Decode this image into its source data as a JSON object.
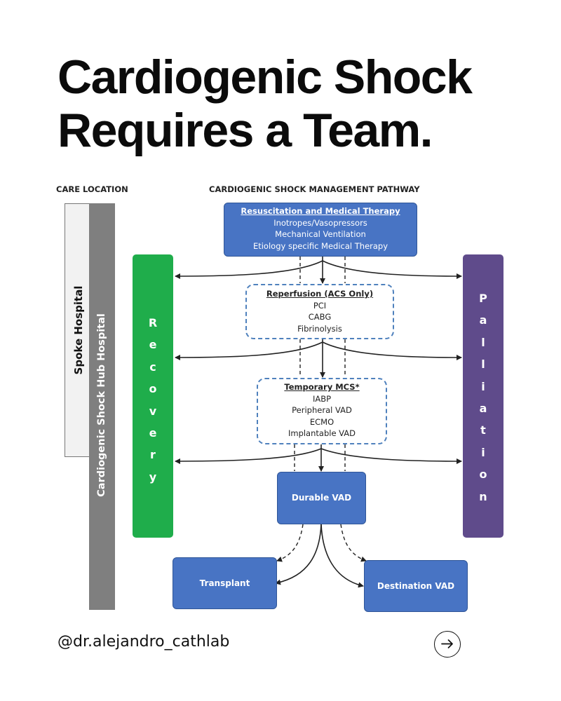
{
  "title": {
    "line1": "Cardiogenic Shock",
    "line2": "Requires a Team."
  },
  "diagram": {
    "care_location_header": "CARE LOCATION",
    "pathway_header": "CARDIOGENIC SHOCK MANAGEMENT PATHWAY",
    "spoke_hospital": "Spoke Hospital",
    "hub_hospital": "Cardiogenic Shock Hub Hospital",
    "recovery_letters": [
      "R",
      "e",
      "c",
      "o",
      "v",
      "e",
      "r",
      "y"
    ],
    "palliation_letters": [
      "P",
      "a",
      "l",
      "l",
      "i",
      "a",
      "t",
      "i",
      "o",
      "n"
    ],
    "resuscitation": {
      "title": "Resuscitation and Medical Therapy",
      "items": [
        "Inotropes/Vasopressors",
        "Mechanical Ventilation",
        "Etiology specific Medical Therapy"
      ]
    },
    "reperfusion": {
      "title": "Reperfusion  (ACS Only)",
      "items": [
        "PCI",
        "CABG",
        "Fibrinolysis"
      ]
    },
    "temporary_mcs": {
      "title": "Temporary MCS*",
      "items": [
        "IABP",
        "Peripheral VAD",
        "ECMO",
        "Implantable VAD"
      ]
    },
    "durable_vad": "Durable VAD",
    "transplant": "Transplant",
    "destination_vad": "Destination  VAD"
  },
  "colors": {
    "recovery": "#1fad4b",
    "palliation": "#5f4b8b",
    "box_blue": "#4874c4",
    "dashed_border": "#4f81bd",
    "spoke_fill": "#f2f2f2",
    "hub_fill": "#7f7f7f"
  },
  "footer": {
    "handle": "@dr.alejandro_cathlab",
    "next_icon": "arrow-right-circle-icon"
  }
}
